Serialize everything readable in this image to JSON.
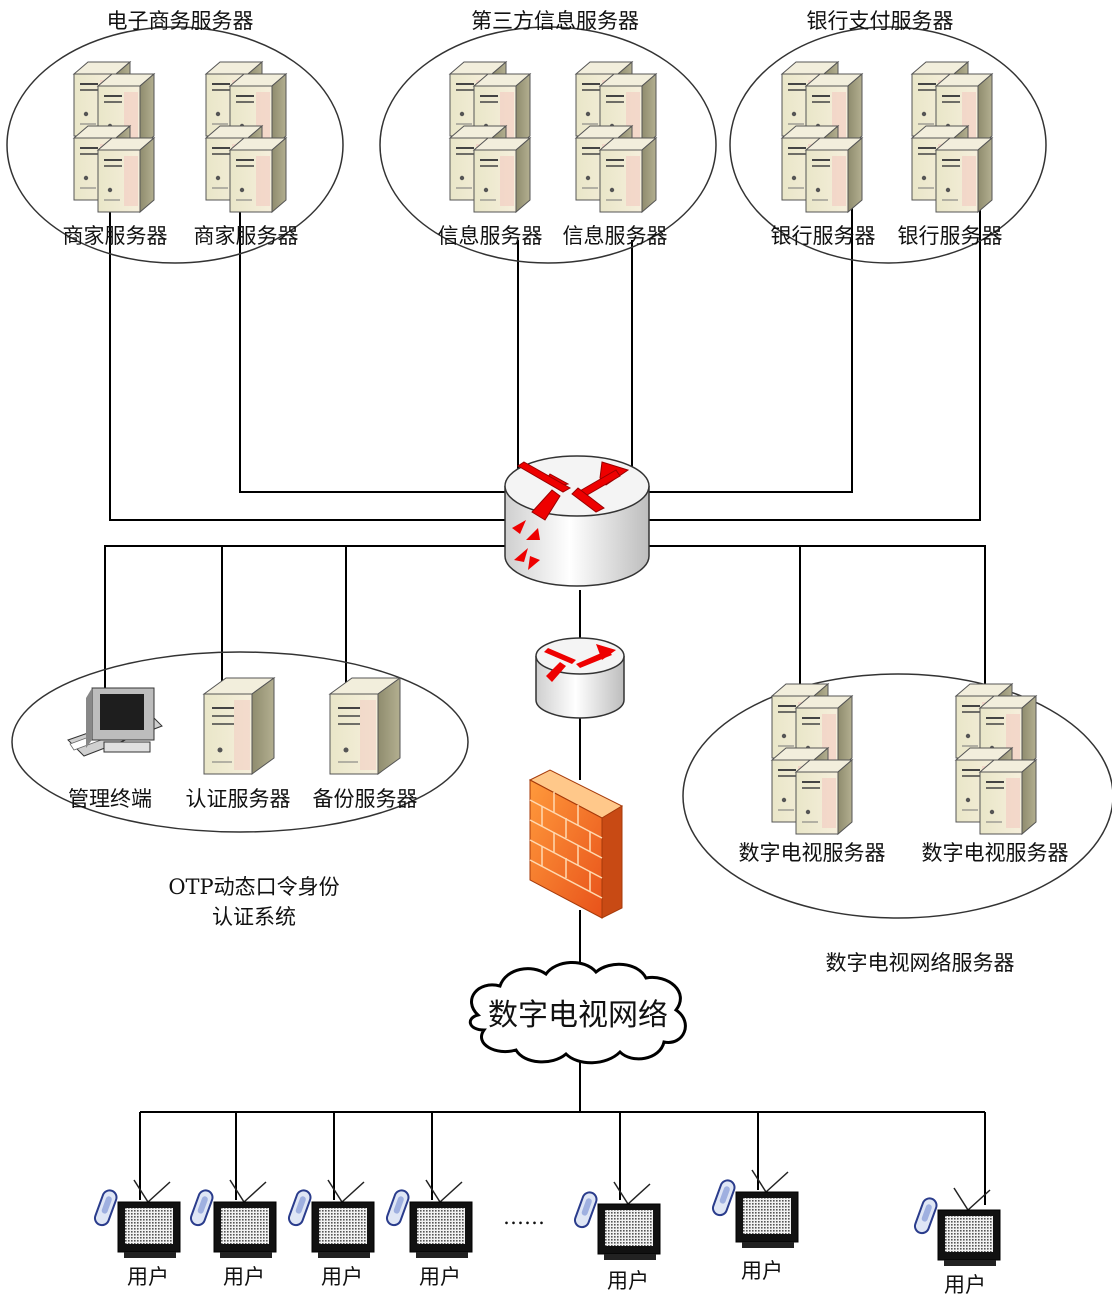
{
  "groups": {
    "ecommerce": {
      "title": "电子商务服务器",
      "server_labels": [
        "商家服务器",
        "商家服务器"
      ]
    },
    "third_party": {
      "title": "第三方信息服务器",
      "server_labels": [
        "信息服务器",
        "信息服务器"
      ]
    },
    "bank": {
      "title": "银行支付服务器",
      "server_labels": [
        "银行服务器",
        "银行服务器"
      ]
    },
    "otp": {
      "title_line1": "OTP动态口令身份",
      "title_line2": "认证系统",
      "labels": [
        "管理终端",
        "认证服务器",
        "备份服务器"
      ]
    },
    "digital_tv": {
      "title": "数字电视网络服务器",
      "server_labels": [
        "数字电视服务器",
        "数字电视服务器"
      ]
    }
  },
  "network": {
    "cloud_label": "数字电视网络"
  },
  "users": {
    "labels": [
      "用户",
      "用户",
      "用户",
      "用户",
      "用户",
      "用户",
      "用户"
    ],
    "ellipsis": "……"
  }
}
